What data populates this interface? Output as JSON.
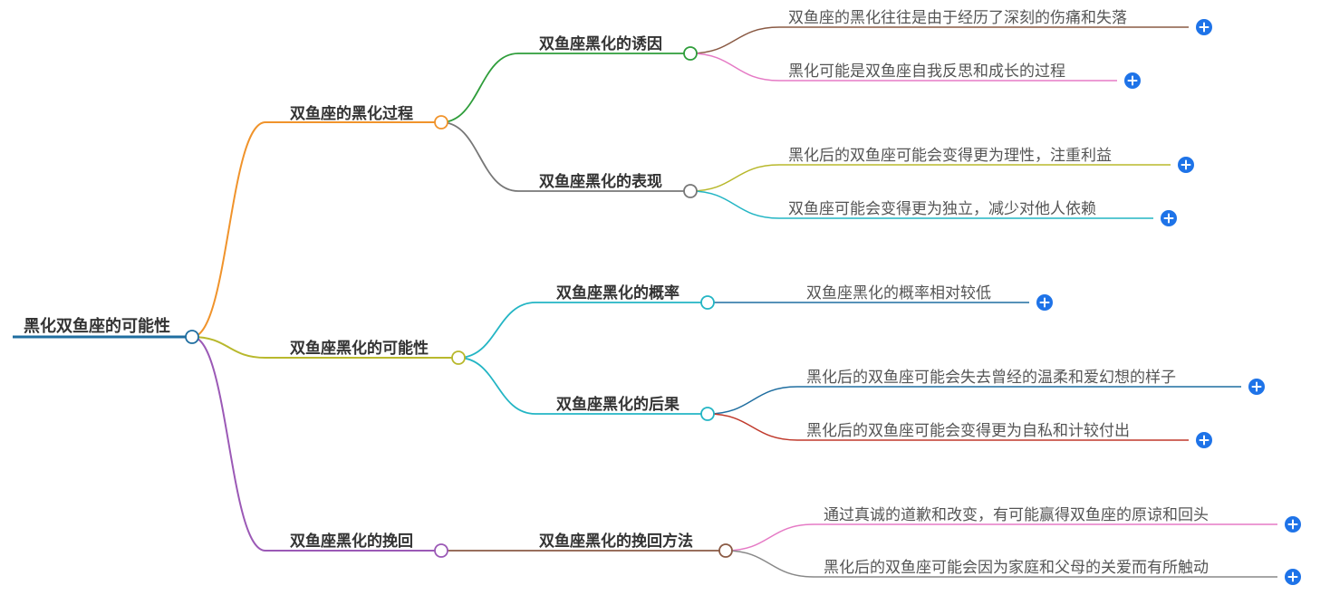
{
  "root": {
    "label": "黑化双鱼座的可能性",
    "color": "#1f6ea0"
  },
  "branches": [
    {
      "label": "双鱼座的黑化过程",
      "color": "#f0932b",
      "children": [
        {
          "label": "双鱼座黑化的诱因",
          "color": "#2e9d3a",
          "leaves": [
            {
              "label": "双鱼座的黑化往往是由于经历了深刻的伤痛和失落",
              "color": "#8a5a44"
            },
            {
              "label": "黑化可能是双鱼座自我反思和成长的过程",
              "color": "#e57ac5"
            }
          ]
        },
        {
          "label": "双鱼座黑化的表现",
          "color": "#777777",
          "leaves": [
            {
              "label": "黑化后的双鱼座可能会变得更为理性，注重利益",
              "color": "#b8b82c"
            },
            {
              "label": "双鱼座可能会变得更为独立，减少对他人依赖",
              "color": "#23b5c4"
            }
          ]
        }
      ]
    },
    {
      "label": "双鱼座黑化的可能性",
      "color": "#b8b82c",
      "children": [
        {
          "label": "双鱼座黑化的概率",
          "color": "#23b5c4",
          "leaves": [
            {
              "label": "双鱼座黑化的概率相对较低",
              "color": "#1f6ea0"
            }
          ]
        },
        {
          "label": "双鱼座黑化的后果",
          "color": "#23b5c4",
          "leaves": [
            {
              "label": "黑化后的双鱼座可能会失去曾经的温柔和爱幻想的样子",
              "color": "#1f6ea0"
            },
            {
              "label": "黑化后的双鱼座可能会变得更为自私和计较付出",
              "color": "#c0392b"
            }
          ]
        }
      ]
    },
    {
      "label": "双鱼座黑化的挽回",
      "color": "#9b59b6",
      "children": [
        {
          "label": "双鱼座黑化的挽回方法",
          "color": "#8a5a44",
          "leaves": [
            {
              "label": "通过真诚的道歉和改变，有可能赢得双鱼座的原谅和回头",
              "color": "#e57ac5"
            },
            {
              "label": "黑化后的双鱼座可能会因为家庭和父母的关爱而有所触动",
              "color": "#888888"
            }
          ]
        }
      ]
    }
  ],
  "icons": {
    "expand": "plus-circle-icon",
    "node": "circle-node-icon"
  },
  "accent": "#1e73e8"
}
